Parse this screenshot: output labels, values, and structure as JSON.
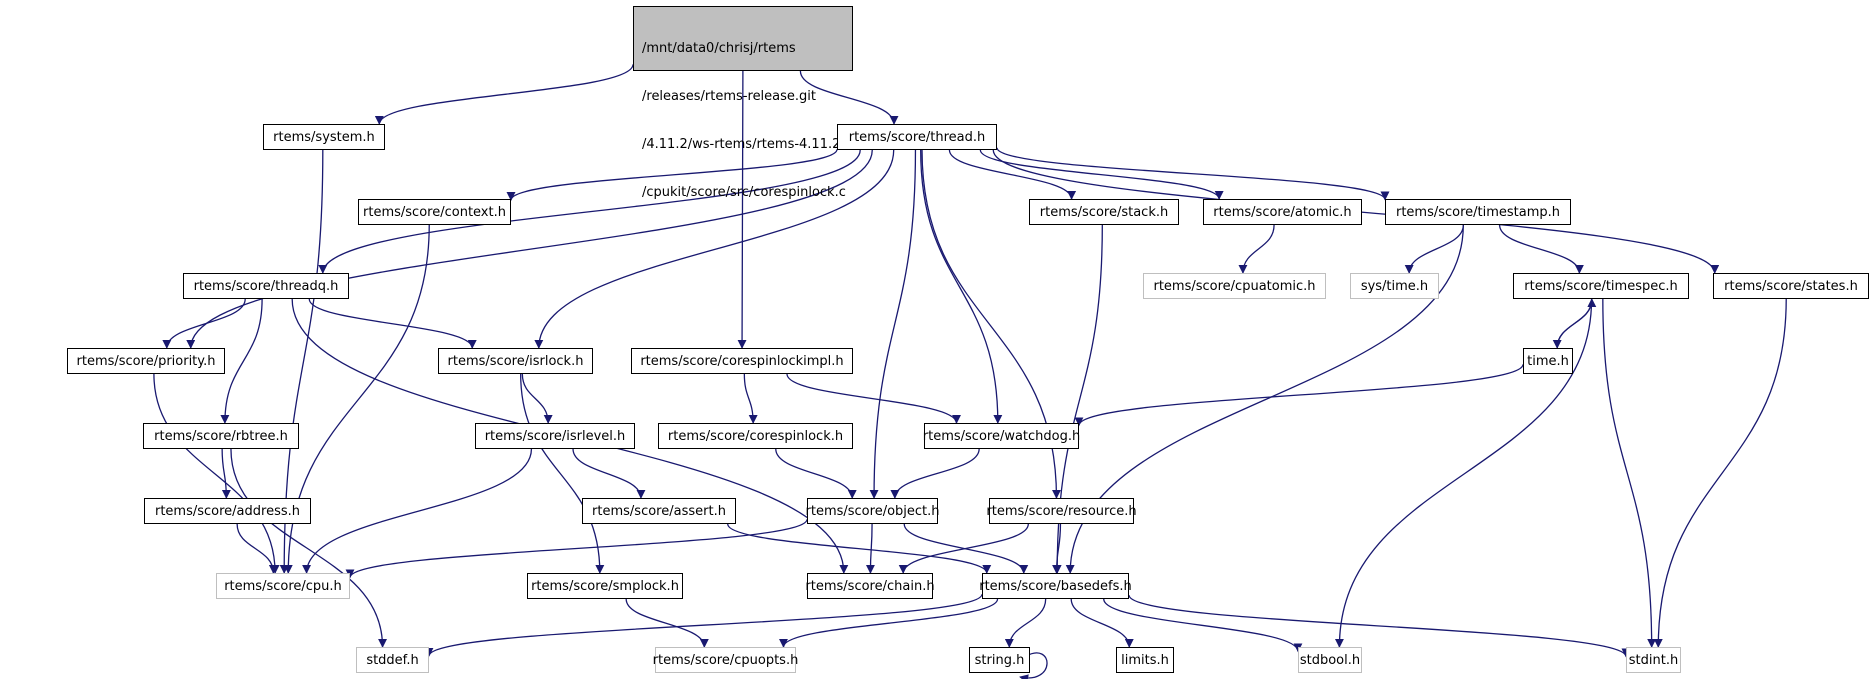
{
  "graph": {
    "edge_color": "#191970",
    "root": {
      "id": "root",
      "lines": [
        "/mnt/data0/chrisj/rtems",
        "/releases/rtems-release.git",
        "/4.11.2/ws-rtems/rtems-4.11.2",
        "/cpukit/score/src/corespinlock.c"
      ]
    },
    "nodes": [
      {
        "id": "system",
        "label": "rtems/system.h",
        "external": false
      },
      {
        "id": "thread",
        "label": "rtems/score/thread.h",
        "external": false
      },
      {
        "id": "context",
        "label": "rtems/score/context.h",
        "external": false
      },
      {
        "id": "stack",
        "label": "rtems/score/stack.h",
        "external": false
      },
      {
        "id": "atomic",
        "label": "rtems/score/atomic.h",
        "external": false
      },
      {
        "id": "timestamp",
        "label": "rtems/score/timestamp.h",
        "external": false
      },
      {
        "id": "threadq",
        "label": "rtems/score/threadq.h",
        "external": false
      },
      {
        "id": "cpuatomic",
        "label": "rtems/score/cpuatomic.h",
        "external": true
      },
      {
        "id": "systime",
        "label": "sys/time.h",
        "external": true
      },
      {
        "id": "timespec",
        "label": "rtems/score/timespec.h",
        "external": false
      },
      {
        "id": "states",
        "label": "rtems/score/states.h",
        "external": false
      },
      {
        "id": "priority",
        "label": "rtems/score/priority.h",
        "external": false
      },
      {
        "id": "isrlock",
        "label": "rtems/score/isrlock.h",
        "external": false
      },
      {
        "id": "corespinlockimpl",
        "label": "rtems/score/corespinlockimpl.h",
        "external": false
      },
      {
        "id": "timeh",
        "label": "time.h",
        "external": false
      },
      {
        "id": "rbtree",
        "label": "rtems/score/rbtree.h",
        "external": false
      },
      {
        "id": "isrlevel",
        "label": "rtems/score/isrlevel.h",
        "external": false
      },
      {
        "id": "corespinlock",
        "label": "rtems/score/corespinlock.h",
        "external": false
      },
      {
        "id": "watchdog",
        "label": "rtems/score/watchdog.h",
        "external": false
      },
      {
        "id": "address",
        "label": "rtems/score/address.h",
        "external": false
      },
      {
        "id": "assert",
        "label": "rtems/score/assert.h",
        "external": false
      },
      {
        "id": "object",
        "label": "rtems/score/object.h",
        "external": false
      },
      {
        "id": "resource",
        "label": "rtems/score/resource.h",
        "external": false
      },
      {
        "id": "cpu",
        "label": "rtems/score/cpu.h",
        "external": true
      },
      {
        "id": "smplock",
        "label": "rtems/score/smplock.h",
        "external": false
      },
      {
        "id": "chain",
        "label": "rtems/score/chain.h",
        "external": false
      },
      {
        "id": "basedefs",
        "label": "rtems/score/basedefs.h",
        "external": false
      },
      {
        "id": "stddef",
        "label": "stddef.h",
        "external": true
      },
      {
        "id": "cpuopts",
        "label": "rtems/score/cpuopts.h",
        "external": true
      },
      {
        "id": "string",
        "label": "string.h",
        "external": false
      },
      {
        "id": "limits",
        "label": "limits.h",
        "external": false
      },
      {
        "id": "stdbool",
        "label": "stdbool.h",
        "external": true
      },
      {
        "id": "stdint",
        "label": "stdint.h",
        "external": true
      }
    ],
    "edges": [
      [
        "root",
        "system"
      ],
      [
        "root",
        "thread"
      ],
      [
        "root",
        "corespinlockimpl"
      ],
      [
        "system",
        "cpu"
      ],
      [
        "thread",
        "context"
      ],
      [
        "thread",
        "stack"
      ],
      [
        "thread",
        "atomic"
      ],
      [
        "thread",
        "timestamp"
      ],
      [
        "thread",
        "threadq"
      ],
      [
        "thread",
        "priority"
      ],
      [
        "thread",
        "isrlock"
      ],
      [
        "thread",
        "states"
      ],
      [
        "thread",
        "watchdog"
      ],
      [
        "thread",
        "object"
      ],
      [
        "thread",
        "resource"
      ],
      [
        "context",
        "cpu"
      ],
      [
        "stack",
        "basedefs"
      ],
      [
        "atomic",
        "cpuatomic"
      ],
      [
        "timestamp",
        "systime"
      ],
      [
        "timestamp",
        "timespec"
      ],
      [
        "timestamp",
        "basedefs"
      ],
      [
        "threadq",
        "priority"
      ],
      [
        "threadq",
        "isrlock"
      ],
      [
        "threadq",
        "rbtree"
      ],
      [
        "threadq",
        "chain"
      ],
      [
        "timespec",
        "timeh"
      ],
      [
        "timespec",
        "stdbool"
      ],
      [
        "timespec",
        "stdint"
      ],
      [
        "timeh",
        "timespec"
      ],
      [
        "timeh",
        "watchdog"
      ],
      [
        "states",
        "stdint"
      ],
      [
        "priority",
        "cpu"
      ],
      [
        "isrlock",
        "isrlevel"
      ],
      [
        "isrlock",
        "smplock"
      ],
      [
        "corespinlockimpl",
        "corespinlock"
      ],
      [
        "corespinlockimpl",
        "watchdog"
      ],
      [
        "rbtree",
        "address"
      ],
      [
        "rbtree",
        "stddef"
      ],
      [
        "isrlevel",
        "cpu"
      ],
      [
        "isrlevel",
        "assert"
      ],
      [
        "corespinlock",
        "object"
      ],
      [
        "watchdog",
        "object"
      ],
      [
        "address",
        "cpu"
      ],
      [
        "assert",
        "basedefs"
      ],
      [
        "object",
        "cpu"
      ],
      [
        "object",
        "chain"
      ],
      [
        "object",
        "basedefs"
      ],
      [
        "resource",
        "chain"
      ],
      [
        "resource",
        "basedefs"
      ],
      [
        "smplock",
        "cpuopts"
      ],
      [
        "basedefs",
        "stddef"
      ],
      [
        "basedefs",
        "cpuopts"
      ],
      [
        "basedefs",
        "string"
      ],
      [
        "basedefs",
        "limits"
      ],
      [
        "basedefs",
        "stdbool"
      ],
      [
        "basedefs",
        "stdint"
      ],
      [
        "string",
        "string"
      ]
    ]
  }
}
